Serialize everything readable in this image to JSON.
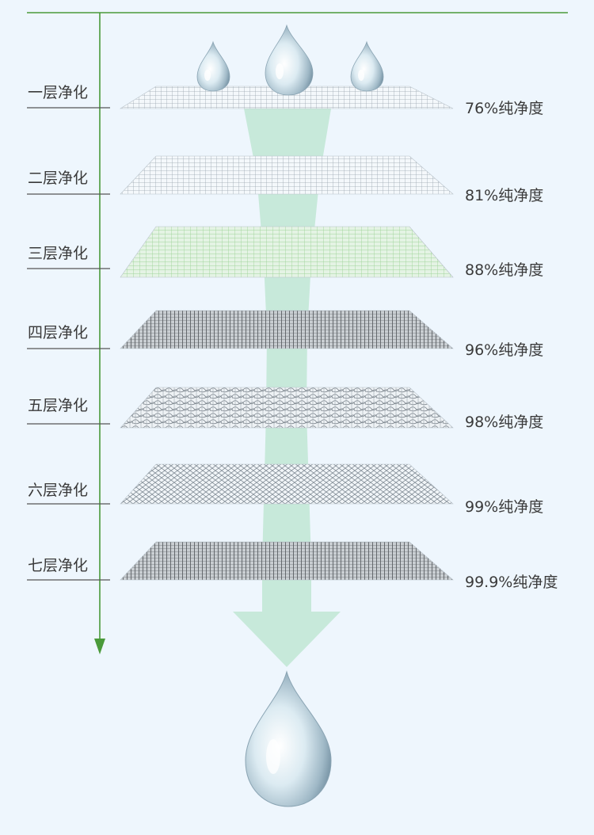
{
  "layers": [
    {
      "label": "一层净化",
      "purity": "76%纯净度",
      "mesh": "fine-grid"
    },
    {
      "label": "二层净化",
      "purity": "81%纯净度",
      "mesh": "fine-grid"
    },
    {
      "label": "三层净化",
      "purity": "88%纯净度",
      "mesh": "green-grid"
    },
    {
      "label": "四层净化",
      "purity": "96%纯净度",
      "mesh": "dense-dark"
    },
    {
      "label": "五层净化",
      "purity": "98%纯净度",
      "mesh": "fiber"
    },
    {
      "label": "六层净化",
      "purity": "99%纯净度",
      "mesh": "diamond"
    },
    {
      "label": "七层净化",
      "purity": "99.9%纯净度",
      "mesh": "dense-dark"
    }
  ],
  "colors": {
    "background": "#eef6fd",
    "axis": "#4a9a3a",
    "flow": "#bfe6d3",
    "text": "#3a3a3a"
  },
  "icons": [
    "water-drop-icon",
    "down-arrow-icon"
  ]
}
